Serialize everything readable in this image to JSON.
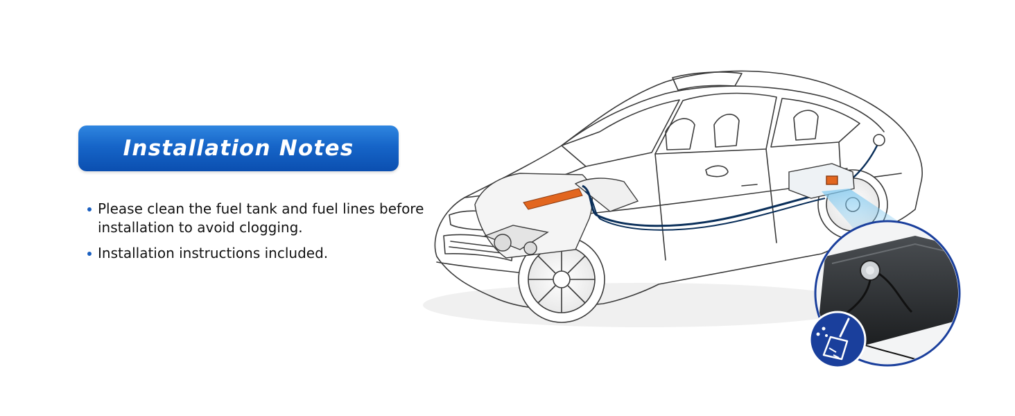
{
  "header": {
    "title": "Installation Notes"
  },
  "notes": [
    "Please clean the fuel tank and fuel lines before installation to avoid clogging.",
    "Installation instructions included."
  ],
  "illustration": {
    "subject": "car-fuel-system-diagram",
    "inset_icon": "broom-cleaning-icon"
  },
  "colors": {
    "accent_blue": "#1665c8",
    "inset_blue": "#1a3f9c",
    "highlight_fuel_line": "#0a2f5a",
    "highlight_component": "#e2661f",
    "spray_blue": "#7ec8f0"
  }
}
